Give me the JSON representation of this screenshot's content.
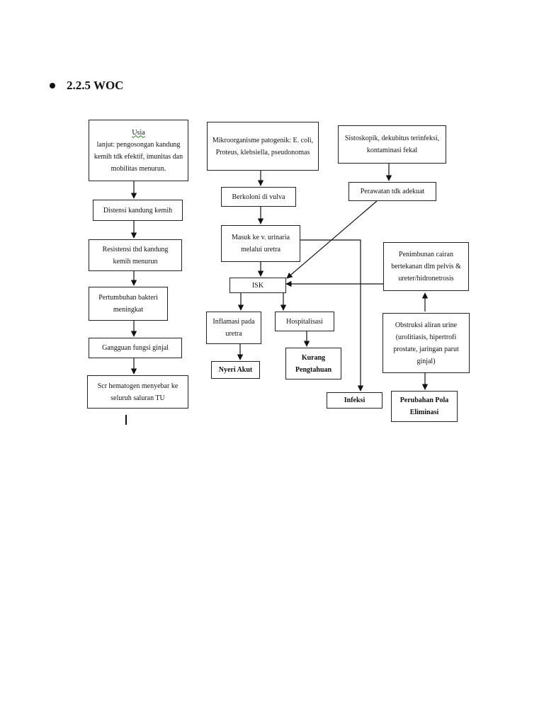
{
  "heading": {
    "number": "2.2.5 WOC"
  },
  "nodes": {
    "usia_prefix": "Usia",
    "usia_rest": " lanjut: pengosongan kandung kemih tdk efektif, imunitas dan mobilitas menurun.",
    "distensi": "Distensi kandung kemih",
    "resistensi": "Resistensi thd kandung kemih menurun",
    "pertumbuhan": "Pertumbuhan bakteri meningkat",
    "gangguan": "Gangguan fungsi ginjal",
    "scr": "Scr hematogen menyebar ke seluruh saluran TU",
    "mikro": "Mikroorganisme patogenik: E. coli, Proteus, klebsiella, pseudonomas",
    "berkoloni": "Berkoloni di vulva",
    "masuk": "Masuk ke v. urinaria melalui uretra",
    "isk": "ISK",
    "inflamasi": "Inflamasi pada uretra",
    "hospitalisasi": "Hospitalisasi",
    "nyeri": "Nyeri Akut",
    "kurang": "Kurang Pengtahuan",
    "infeksi": "Infeksi",
    "sistoskopik": "Sistoskopik, dekubitus terinfeksi, kontaminasi fekal",
    "perawatan": "Perawatan tdk adekuat",
    "penimbunan": "Penimbunan cairan bertekanan dlm pelvis & ureter/hidronetrosis",
    "obstruksi": "Obstruksi aliran urine (urolitiasis, hipertrofi prostate, jaringan parut ginjal)",
    "perubahan": "Perubahan Pola Eliminasi"
  }
}
